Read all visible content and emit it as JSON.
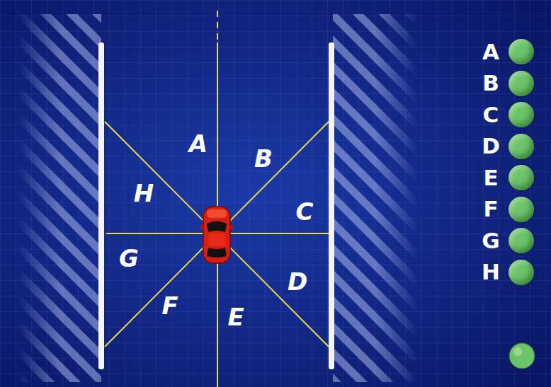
{
  "diagram": {
    "labels": [
      "A",
      "B",
      "H",
      "C",
      "G",
      "D",
      "F",
      "E"
    ],
    "legend": [
      {
        "text": "A",
        "color": "#6cc46a"
      },
      {
        "text": "B",
        "color": "#6cc46a"
      },
      {
        "text": "C",
        "color": "#6cc46a"
      },
      {
        "text": "D",
        "color": "#6cc46a"
      },
      {
        "text": "E",
        "color": "#6cc46a"
      },
      {
        "text": "F",
        "color": "#6cc46a"
      },
      {
        "text": "G",
        "color": "#6cc46a"
      },
      {
        "text": "H",
        "color": "#6cc46a"
      }
    ]
  }
}
